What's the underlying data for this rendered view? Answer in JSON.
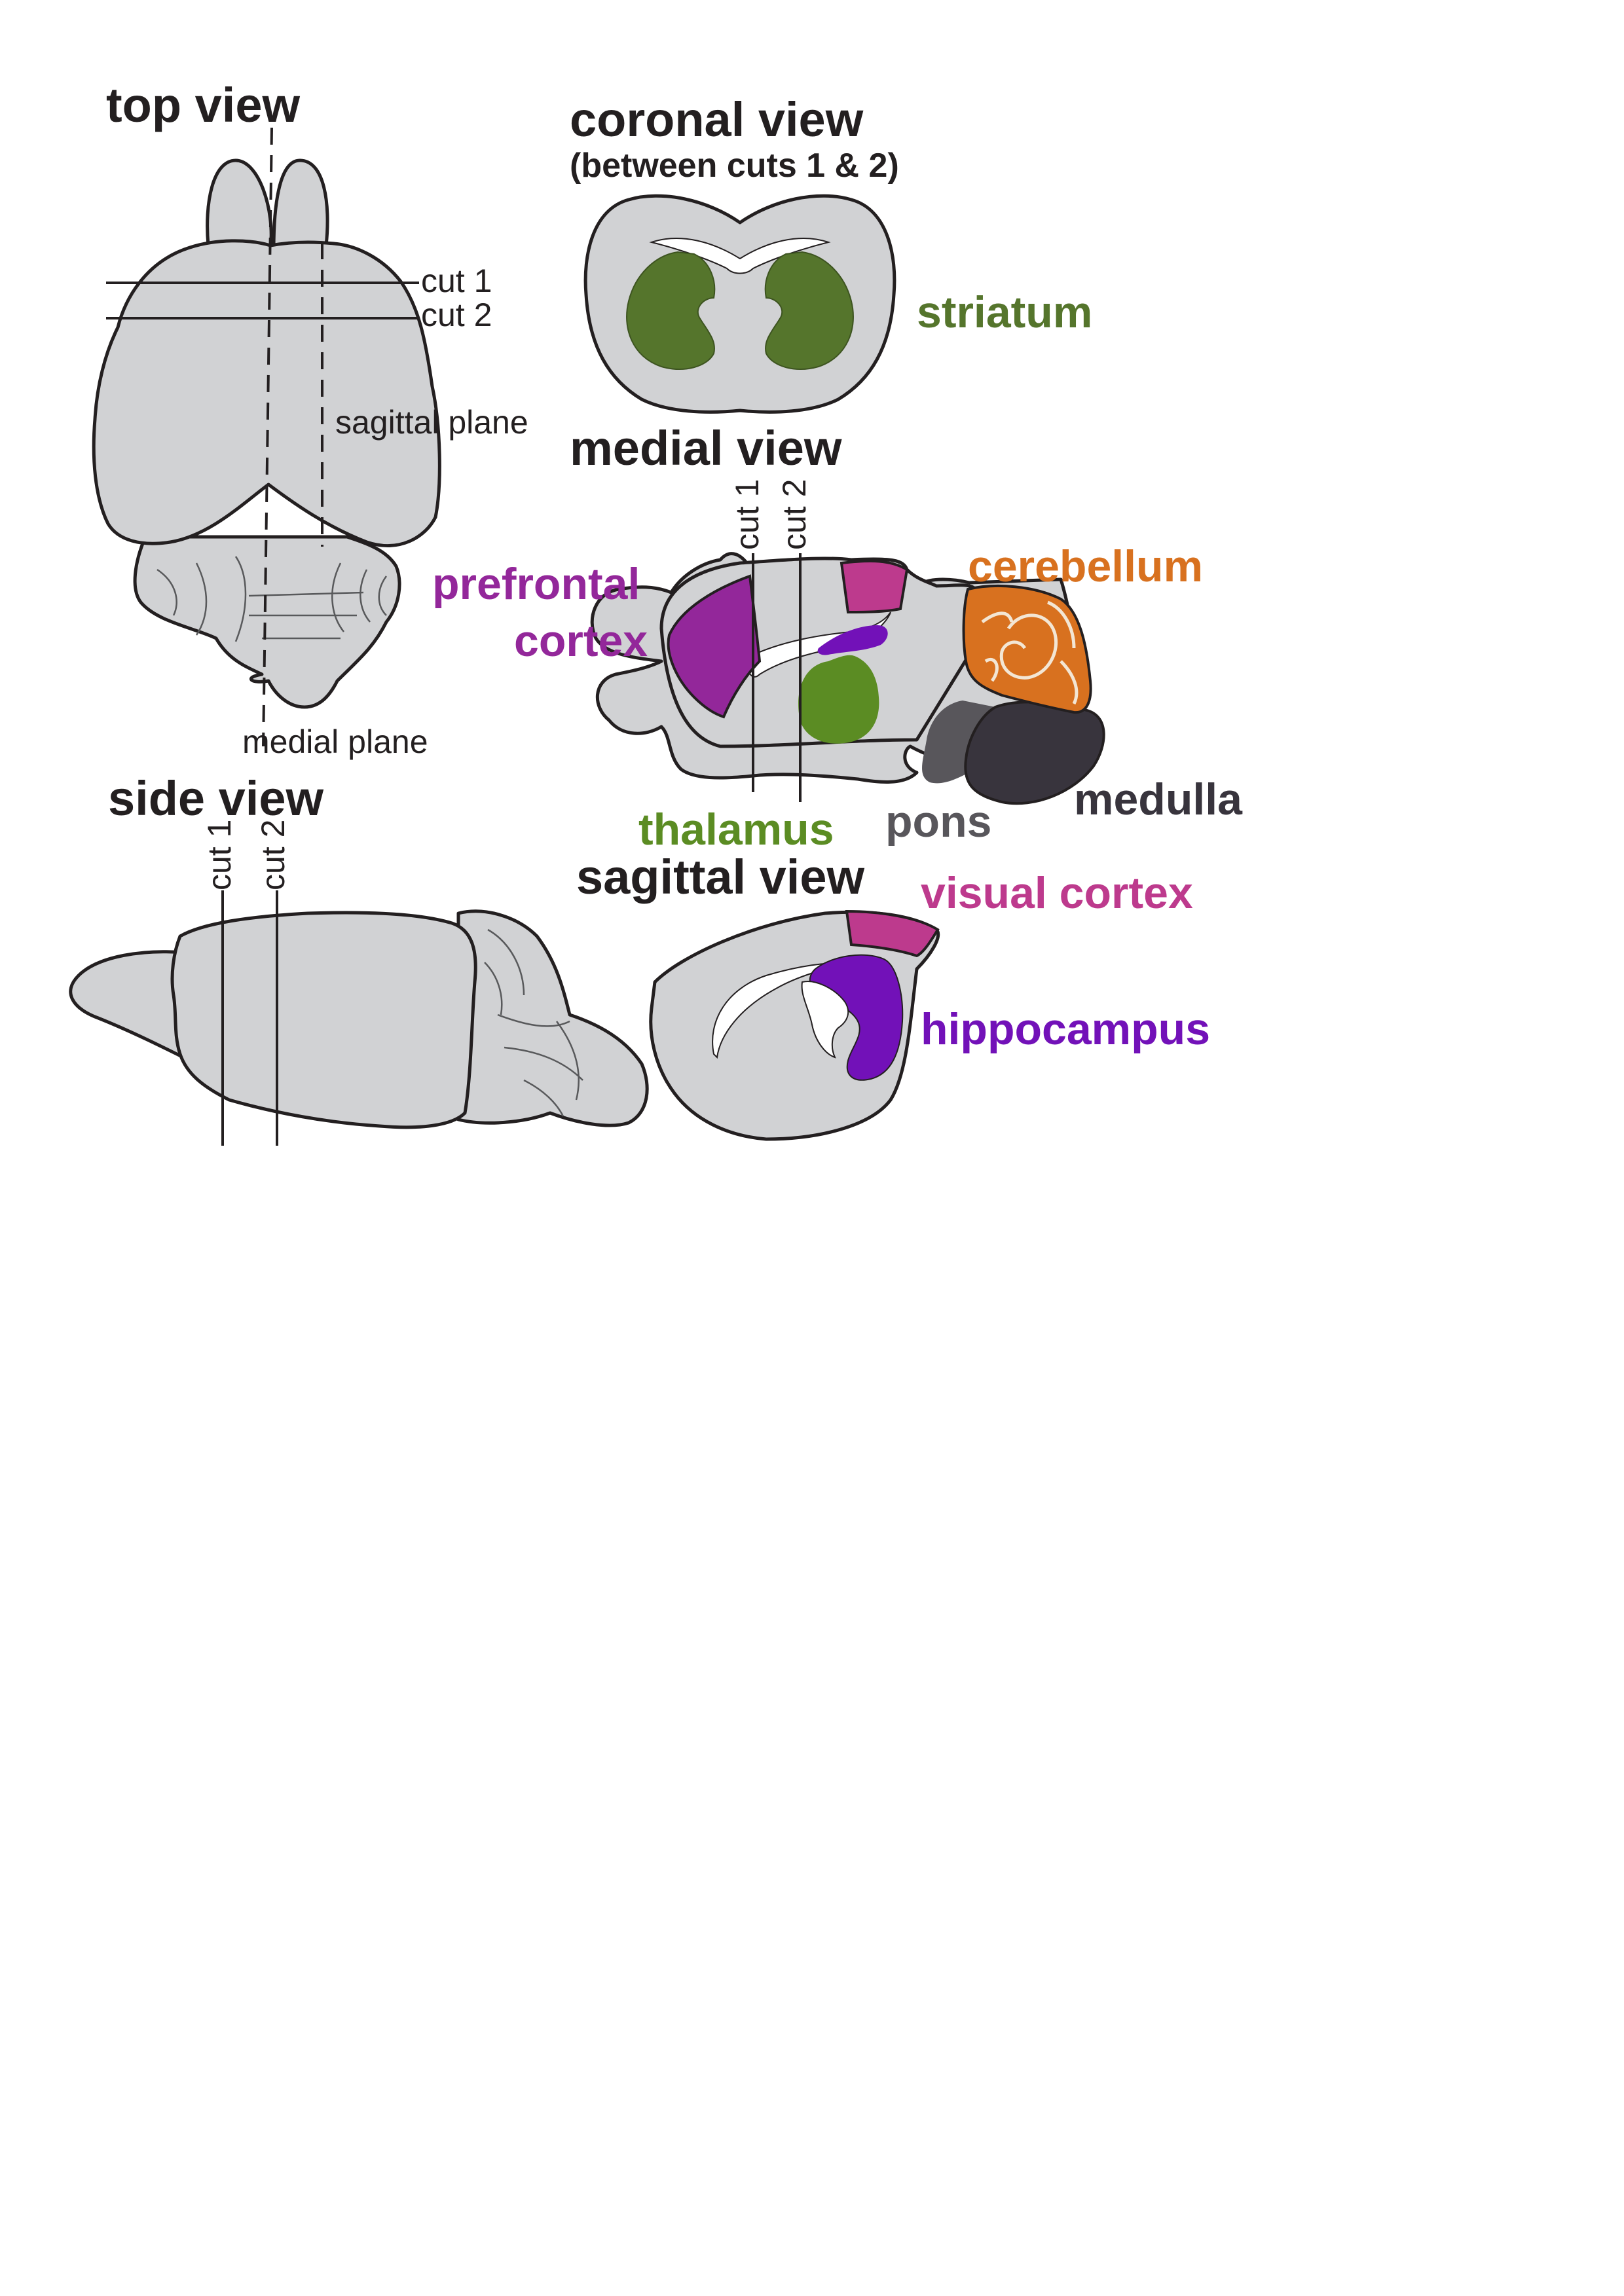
{
  "top_view": {
    "title": "top view",
    "cut1": "cut 1",
    "cut2": "cut 2",
    "sagittal_plane": "sagittal plane",
    "medial_plane": "medial plane"
  },
  "coronal_view": {
    "title": "coronal view",
    "subtitle": "(between cuts 1 & 2)",
    "striatum": "striatum"
  },
  "medial_view": {
    "title": "medial view",
    "cut1": "cut 1",
    "cut2": "cut 2",
    "prefrontal_line1": "prefrontal",
    "prefrontal_line2": "cortex",
    "cerebellum": "cerebellum",
    "thalamus": "thalamus",
    "pons": "pons",
    "medulla": "medulla"
  },
  "side_view": {
    "title": "side view",
    "cut1": "cut 1",
    "cut2": "cut 2"
  },
  "sagittal_view": {
    "title": "sagittal view",
    "visual_cortex": "visual cortex",
    "hippocampus": "hippocampus"
  },
  "colors": {
    "brain_fill": "#d1d2d4",
    "outline": "#231f20",
    "striatum": "#55752c",
    "prefrontal_cortex": "#93279a",
    "visual_cortex": "#bd3a8d",
    "cerebellum": "#d8711f",
    "thalamus": "#5b8c23",
    "pons": "#58565b",
    "medulla": "#38343d",
    "hippocampus": "#7211b8"
  }
}
